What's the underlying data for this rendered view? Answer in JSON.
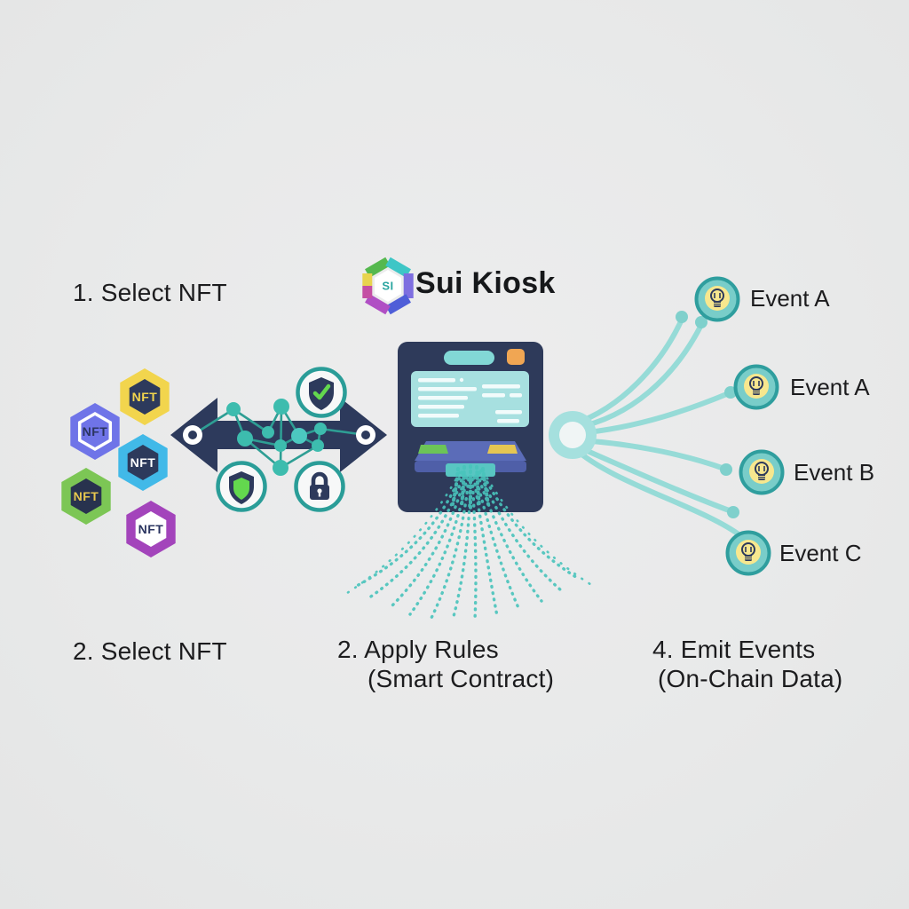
{
  "header": {
    "logo_text": "SI",
    "title": "Sui Kiosk"
  },
  "steps": {
    "top_left": "1. Select NFT",
    "bottom_left": "2. Select NFT",
    "center_line1": "2. Apply Rules",
    "center_line2": "(Smart Contract)",
    "right_line1": "4. Emit Events",
    "right_line2": "(On-Chain Data)"
  },
  "nft_cluster": {
    "items": [
      {
        "label": "NFT",
        "color": "#f2d54d",
        "inner": "navy-fill"
      },
      {
        "label": "NFT",
        "color": "#6f74e8",
        "inner": "white-outline"
      },
      {
        "label": "NFT",
        "color": "#41b9e8",
        "inner": "navy-fill"
      },
      {
        "label": "NFT",
        "color": "#7cc655",
        "inner": "navy-fill"
      },
      {
        "label": "NFT",
        "color": "#a344bb",
        "inner": "white-fill"
      }
    ]
  },
  "security_icons": [
    {
      "name": "shield-check-icon"
    },
    {
      "name": "shield-icon"
    },
    {
      "name": "lock-icon"
    }
  ],
  "events": {
    "items": [
      {
        "label": "Event A"
      },
      {
        "label": "Event A"
      },
      {
        "label": "Event B"
      },
      {
        "label": "Event C"
      }
    ]
  },
  "colors": {
    "background": "#e9eaea",
    "navy": "#2d3a5c",
    "teal_ring": "#2f9e98",
    "network_teal": "#2e9e94",
    "node_teal": "#3dbcae",
    "stream_teal": "#49c4bc",
    "curve_teal": "#96dbd7",
    "screen_teal": "#a7e0e0",
    "orange": "#f0a653",
    "tray_blue": "#5b6cb8",
    "pad_green": "#6cc457",
    "pad_yellow": "#e5c653",
    "bulb_yellow": "#f7e78e",
    "check_green": "#63d84e",
    "text": "#1c1c1e"
  }
}
